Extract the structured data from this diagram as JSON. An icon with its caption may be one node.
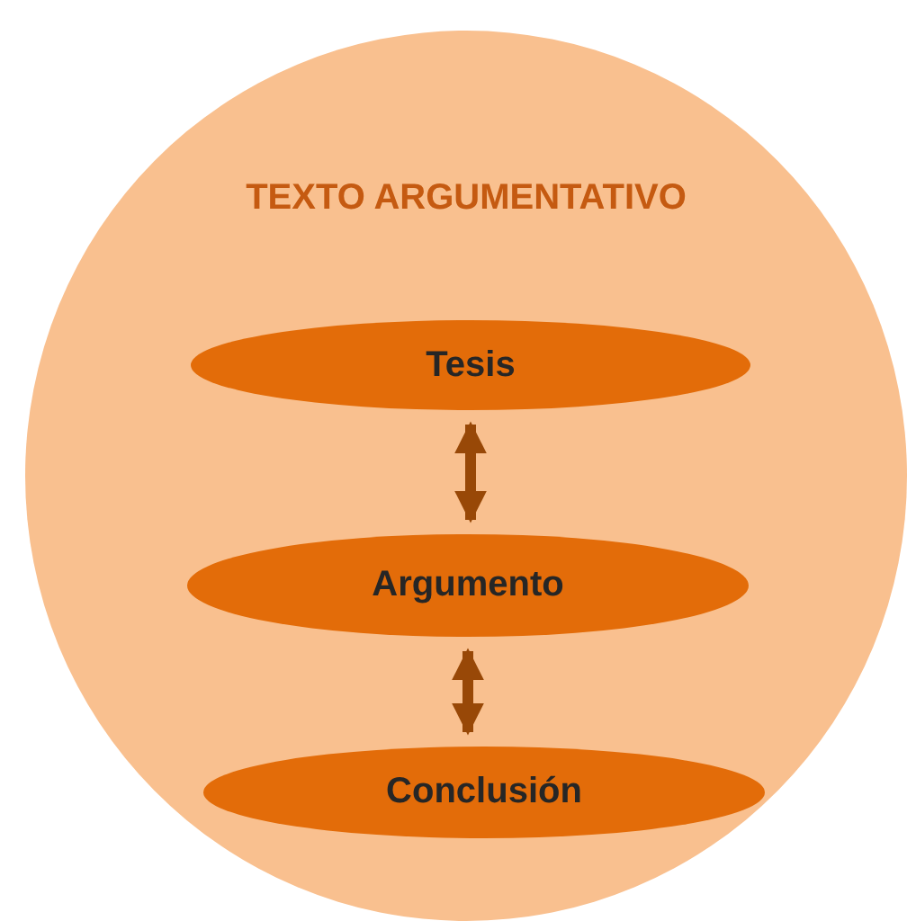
{
  "diagram": {
    "nodes": [
      {
        "text": [
          "TEXTO ARGUMENTATIVO"
        ]
      },
      {
        "text": [
          "Tesis"
        ],
        "in": 0
      },
      {
        "text": [
          "Argumento"
        ],
        "in": 0
      },
      {
        "text": [
          "Conclusión"
        ],
        "in": 0
      }
    ],
    "edges": [
      {
        "from": 1,
        "to": 2,
        "arrow": "both"
      },
      {
        "from": 2,
        "to": 3,
        "arrow": "both"
      }
    ]
  }
}
